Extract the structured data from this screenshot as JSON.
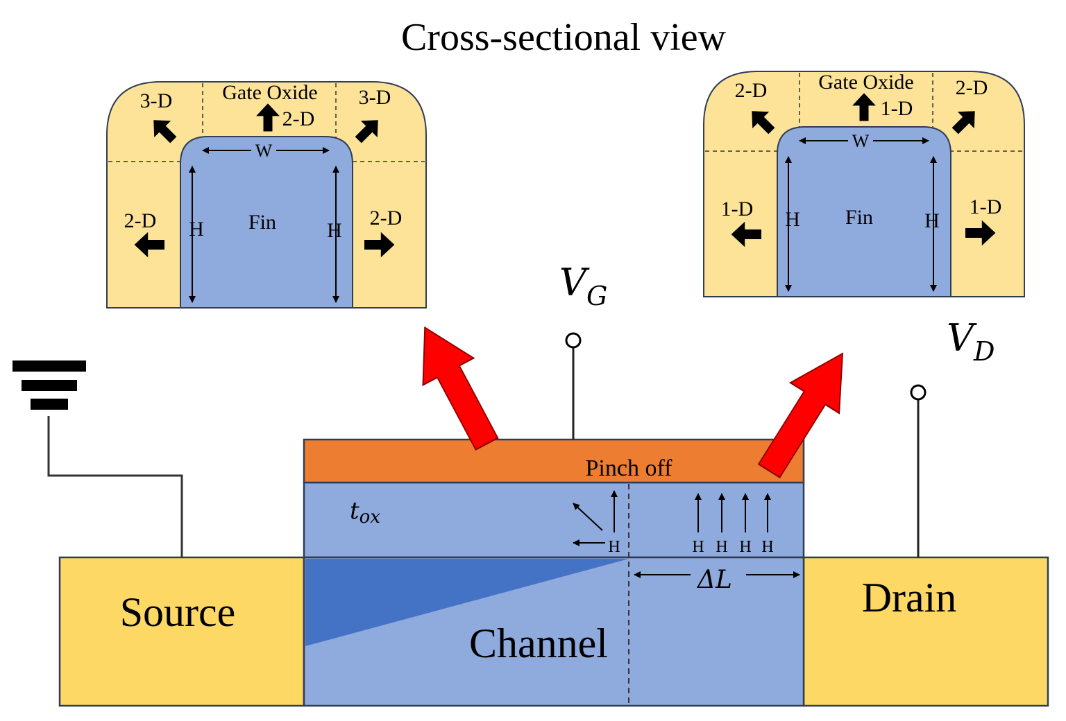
{
  "title": "Cross-sectional view",
  "colors": {
    "oxide": "#fde398",
    "fin": "#8faadc",
    "channel": "#8faadc",
    "inversion": "#4472c4",
    "gate": "#ed7d31",
    "contact": "#fdd865",
    "arrow_red": "#ff0000",
    "outline": "#2f3d55"
  },
  "left_section": {
    "gate_oxide": "Gate Oxide",
    "top_label": "2-D",
    "top_left": "3-D",
    "top_right": "3-D",
    "side_left": "2-D",
    "side_right": "2-D",
    "width": "W",
    "height_left": "H",
    "height_right": "H",
    "fin": "Fin"
  },
  "right_section": {
    "gate_oxide": "Gate Oxide",
    "top_label": "1-D",
    "top_left": "2-D",
    "top_right": "2-D",
    "side_left": "1-D",
    "side_right": "1-D",
    "width": "W",
    "height_left": "H",
    "height_right": "H",
    "fin": "Fin"
  },
  "device": {
    "source": "Source",
    "drain": "Drain",
    "channel": "Channel",
    "pinch_off": "Pinch off",
    "tox": "t",
    "tox_sub": "ox",
    "delta_l": "ΔL",
    "vg": "V",
    "vg_sub": "G",
    "vd": "V",
    "vd_sub": "D",
    "h_markers": [
      "H",
      "H",
      "H",
      "H",
      "H"
    ]
  }
}
